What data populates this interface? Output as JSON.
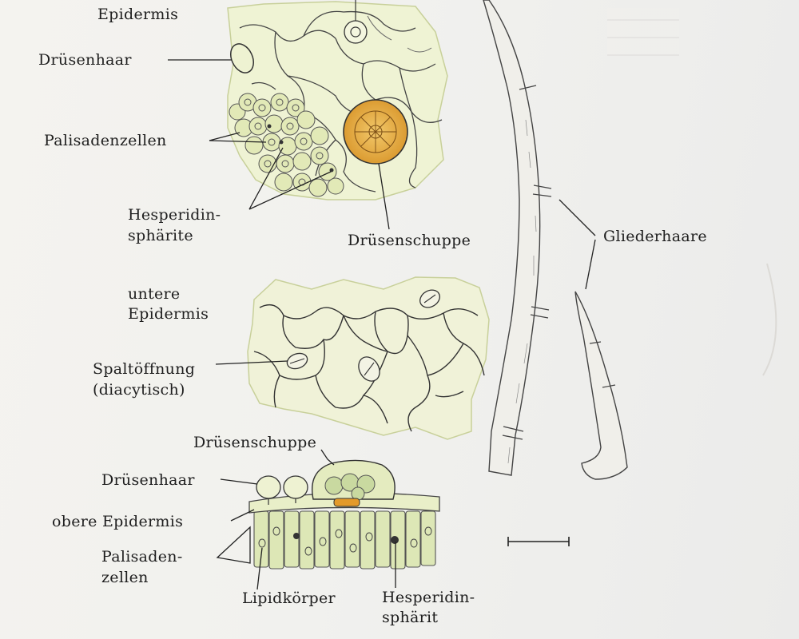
{
  "labels": {
    "epidermis_top": "Epidermis",
    "druesenhaar_top": "Drüsenhaar",
    "palisadenzellen_top": "Palisadenzellen",
    "hesperidin_top_1": "Hesperidin-",
    "hesperidin_top_2": "sphärite",
    "druesenschuppe_top": "Drüsenschuppe",
    "gliederhaare": "Gliederhaare",
    "untere_epidermis_1": "untere",
    "untere_epidermis_2": "Epidermis",
    "spaltoeffnung_1": "Spaltöffnung",
    "spaltoeffnung_2": "(diacytisch)",
    "druesenschuppe_bottom": "Drüsenschuppe",
    "druesenhaar_bottom": "Drüsenhaar",
    "obere_epidermis": "obere Epidermis",
    "palisaden_1": "Palisaden-",
    "palisaden_2": "zellen",
    "lipidkoerper": "Lipidkörper",
    "hesperidin_bottom_1": "Hesperidin-",
    "hesperidin_bottom_2": "sphärit"
  },
  "colors": {
    "tissue_fill": "#eef2d2",
    "cell_outline": "#3a3a3a",
    "gland_scale": "#e8b24a",
    "palisade_cell": "#d9e5b0",
    "label_text": "#1e1e1e"
  },
  "icons": {
    "scale_bar": "scale-bar-icon"
  }
}
